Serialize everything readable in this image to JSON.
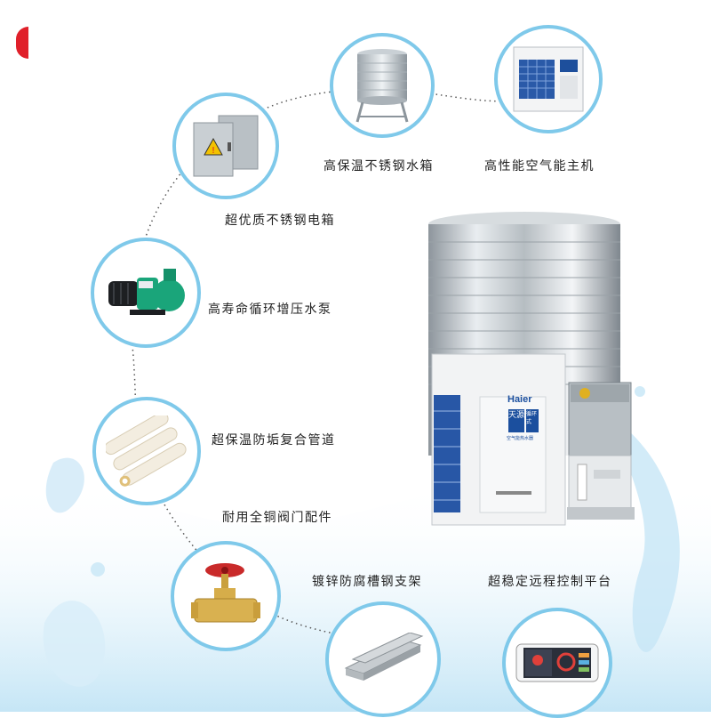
{
  "products": {
    "tank_label": "高保温不锈钢水箱",
    "host_label": "高性能空气能主机",
    "box_label": "超优质不锈钢电箱",
    "pump_label": "高寿命循环增压水泵",
    "pipe_label": "超保温防垢复合管道",
    "valve_label": "耐用全铜阀门配件",
    "bracket_label": "镀锌防腐槽钢支架",
    "control_label": "超稳定远程控制平台"
  },
  "main_unit": {
    "brand": "Haier",
    "series": "天源",
    "series_sub": "循环式",
    "caption": "空气能热水器"
  },
  "colors": {
    "circle_border": "#7fc9ea",
    "dotted_line": "#555555",
    "brand_red": "#e0202a",
    "pump_green": "#1aa57a"
  },
  "icons": {
    "tank": "water-tank-icon",
    "host": "heat-pump-icon",
    "box": "electric-box-icon",
    "pump": "water-pump-icon",
    "pipe": "pipe-icon",
    "valve": "valve-icon",
    "bracket": "channel-steel-icon",
    "control": "phone-app-icon"
  }
}
